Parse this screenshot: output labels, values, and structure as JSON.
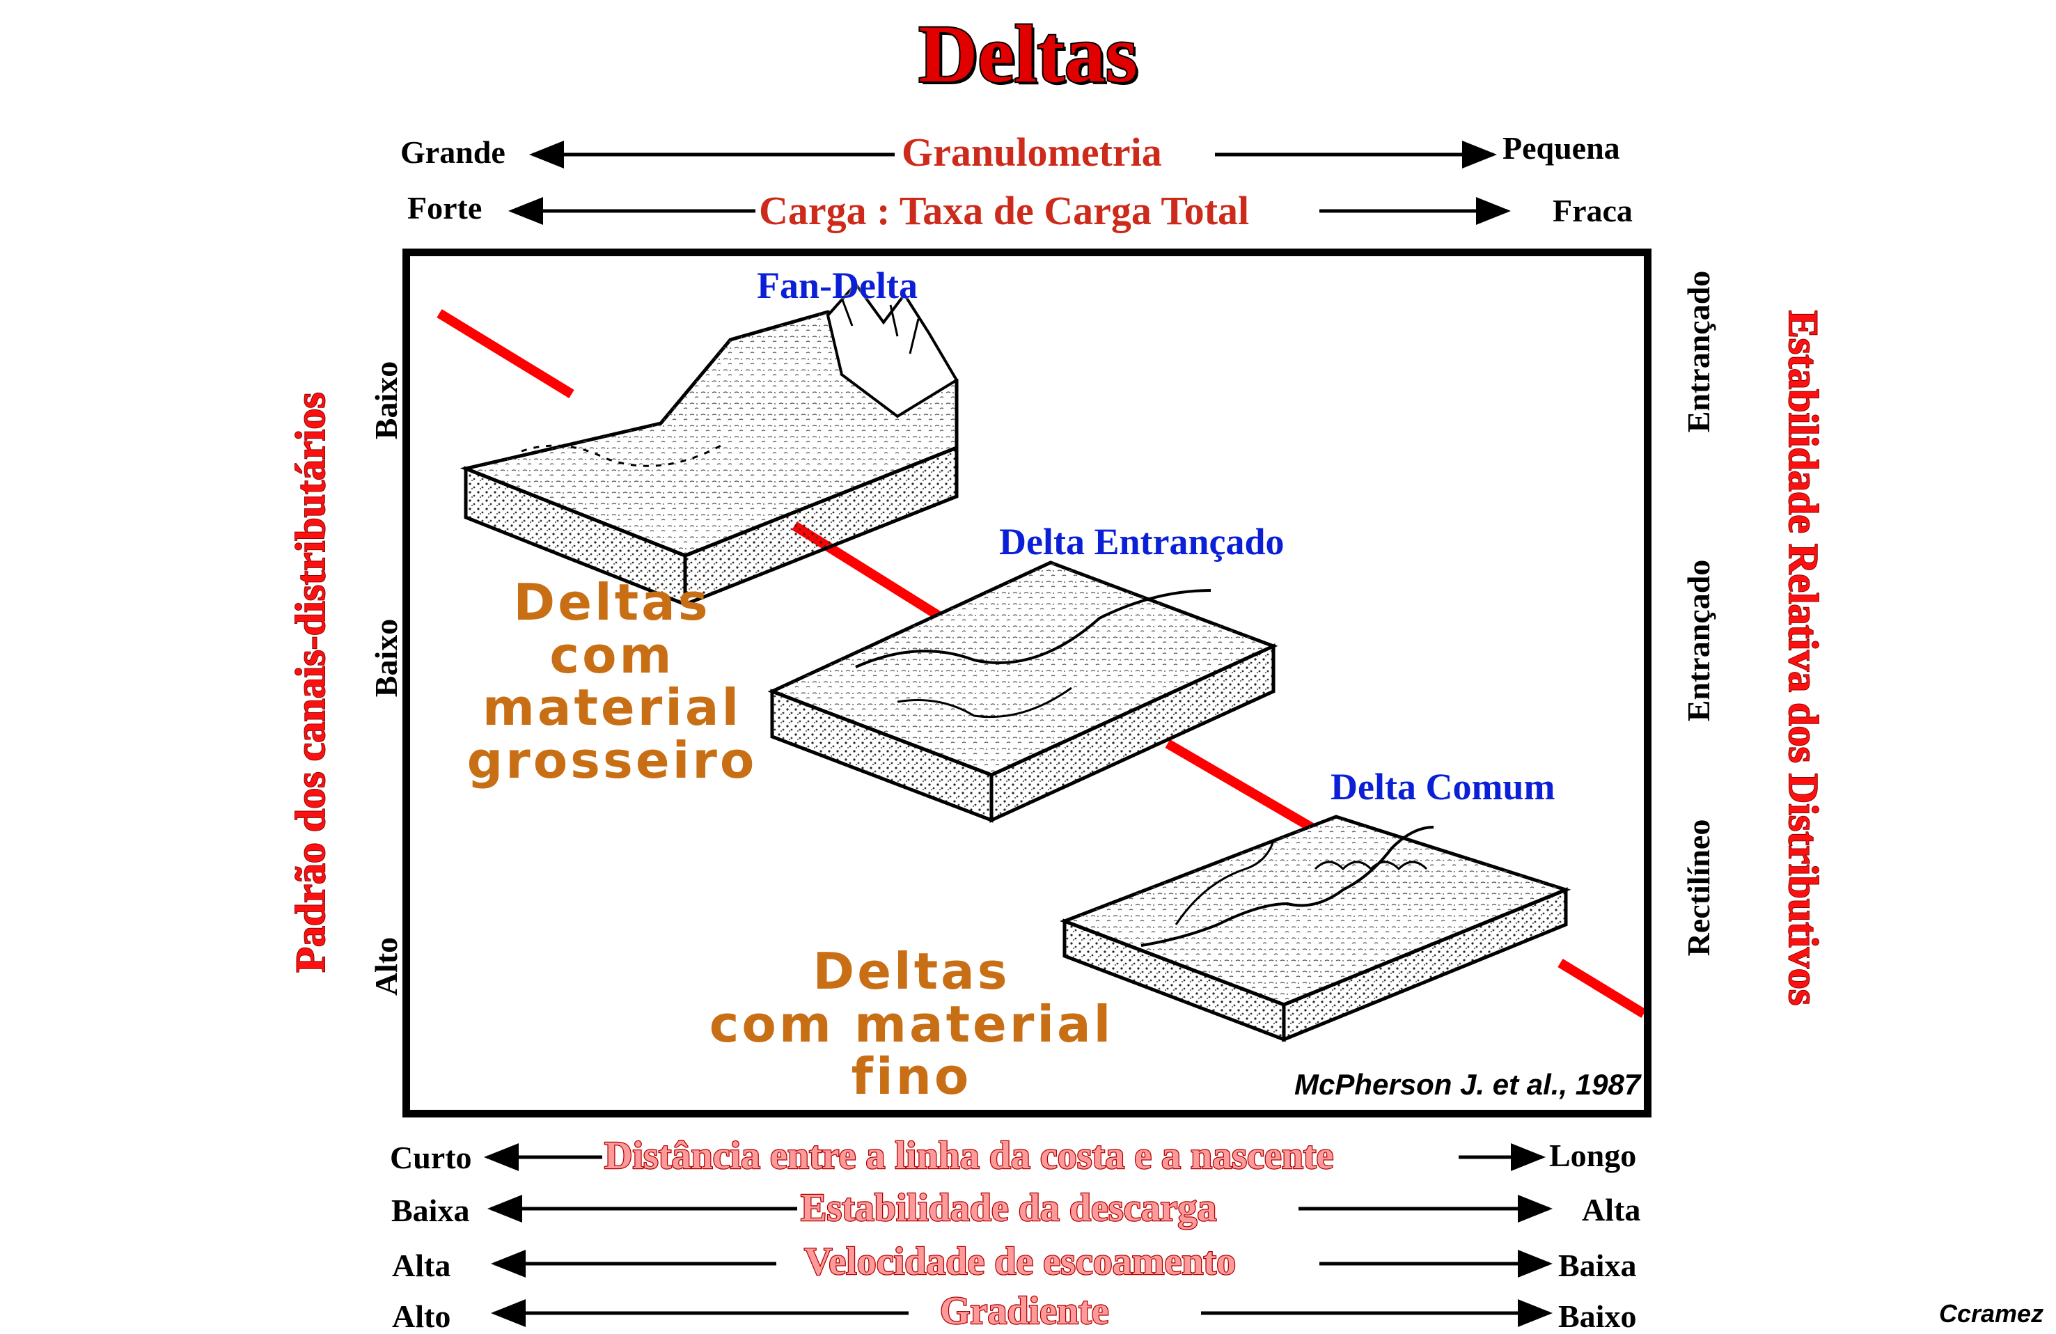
{
  "title": "Deltas",
  "top_scales": [
    {
      "left": "Grande",
      "label": "Granulometria",
      "right": "Pequena"
    },
    {
      "left": "Forte",
      "label": "Carga : Taxa de Carga Total",
      "right": "Fraca"
    }
  ],
  "bottom_scales": [
    {
      "left": "Curto",
      "label": "Distância entre a linha da costa e a nascente",
      "right": "Longo"
    },
    {
      "left": "Baixa",
      "label": "Estabilidade da descarga",
      "right": "Alta"
    },
    {
      "left": "Alta",
      "label": "Velocidade de escoamento",
      "right": "Baixa"
    },
    {
      "left": "Alto",
      "label": "Gradiente",
      "right": "Baixo"
    }
  ],
  "left_axis": {
    "title": "Padrão dos canais-distributários",
    "levels": [
      "Baixo",
      "Baixo",
      "Alto"
    ]
  },
  "right_axis": {
    "title": "Estabilidade Relativa dos Distributivos",
    "levels": [
      "Entrançado",
      "Entrançado",
      "Rectilíneo"
    ]
  },
  "delta_types": [
    "Fan-Delta",
    "Delta Entrançado",
    "Delta Comum"
  ],
  "coarse_group": {
    "line1": "Deltas",
    "line2": "com material",
    "line3": "grosseiro"
  },
  "fine_group": {
    "line1": "Deltas",
    "line2": "com material fino"
  },
  "citation": "McPherson J. et al., 1987",
  "author": "Ccramez",
  "colors": {
    "title": "#e00000",
    "scale_label": "#cc2a1a",
    "type_label": "#0a1fd6",
    "group_label": "#c86e14",
    "axis_title": "#ff1010",
    "divider": "#ff0000"
  }
}
